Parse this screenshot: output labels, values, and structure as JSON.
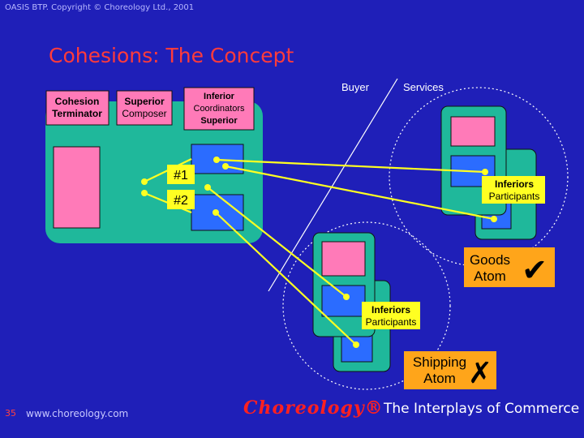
{
  "header": {
    "copyright": "OASIS BTP. Copyright © Choreology Ltd., 2001",
    "title": "Cohesions: The Concept"
  },
  "diagram": {
    "labels": {
      "buyer": "Buyer",
      "services": "Services",
      "cohesion_terminator": [
        "Cohesion",
        "Terminator"
      ],
      "superior_composer": [
        "Superior",
        "Composer"
      ],
      "inferior_coordinators": [
        "Inferior",
        "Coordinators",
        "Superior"
      ],
      "link_1": "#1",
      "link_2": "#2",
      "inferiors_participants_top": [
        "Inferiors",
        "Participants"
      ],
      "inferiors_participants_mid": [
        "Inferiors",
        "Participants"
      ],
      "goods_atom": [
        "Goods",
        "Atom"
      ],
      "shipping_atom": [
        "Shipping",
        "Atom"
      ],
      "check_mark": "✔",
      "cross_mark": "✗"
    },
    "colors": {
      "background": "#1f1fb8",
      "teal": "#1fb89b",
      "pink": "#ff7ab8",
      "box_blue": "#2b6cff",
      "yellow": "#ffff22",
      "orange": "#ffa51a",
      "title_red": "#ff3b3b"
    }
  },
  "footer": {
    "slide_number": "35",
    "url": "www.choreology.com",
    "logo_text": "Choreology®",
    "tagline": "The Interplays of Commerce"
  }
}
